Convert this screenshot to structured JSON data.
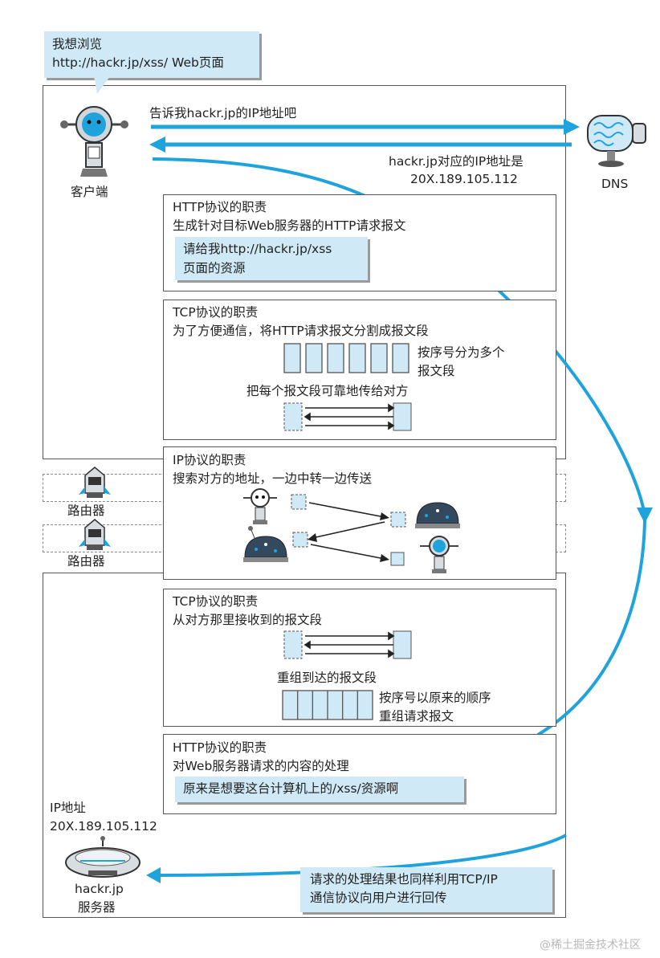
{
  "client": {
    "speech_line1": "我想浏览",
    "speech_line2": "http://hackr.jp/xss/ Web页面",
    "label": "客户端"
  },
  "dns": {
    "label": "DNS",
    "query": "告诉我hackr.jp的IP地址吧",
    "answer_line1": "hackr.jp对应的IP地址是",
    "answer_line2": "20X.189.105.112"
  },
  "http_send": {
    "title": "HTTP协议的职责",
    "desc": "生成针对目标Web服务器的HTTP请求报文",
    "msg_line1": "请给我http://hackr.jp/xss",
    "msg_line2": "页面的资源"
  },
  "tcp_send": {
    "title": "TCP协议的职责",
    "desc": "为了方便通信，将HTTP请求报文分割成报文段",
    "seg_note_line1": "按序号分为多个",
    "seg_note_line2": "报文段",
    "reliable": "把每个报文段可靠地传给对方"
  },
  "ip": {
    "title": "IP协议的职责",
    "desc": "搜索对方的地址，一边中转一边传送"
  },
  "router": {
    "label1": "路由器",
    "label2": "路由器"
  },
  "tcp_recv": {
    "title": "TCP协议的职责",
    "desc": "从对方那里接收到的报文段",
    "reassemble": "重组到达的报文段",
    "order_line1": "按序号以原来的顺序",
    "order_line2": "重组请求报文"
  },
  "http_recv": {
    "title": "HTTP协议的职责",
    "desc": "对Web服务器请求的内容的处理",
    "msg": "原来是想要这台计算机上的/xss/资源啊"
  },
  "server": {
    "ip_label": "IP地址",
    "ip_value": "20X.189.105.112",
    "label_line1": "hackr.jp",
    "label_line2": "服务器",
    "result_line1": "请求的处理结果也同样利用TCP/IP",
    "result_line2": "通信协议向用户进行回传"
  },
  "watermark": "@稀土掘金技术社区",
  "colors": {
    "accent": "#1fa3dc",
    "light_blue": "#cfe9f6",
    "dark": "#333333"
  }
}
